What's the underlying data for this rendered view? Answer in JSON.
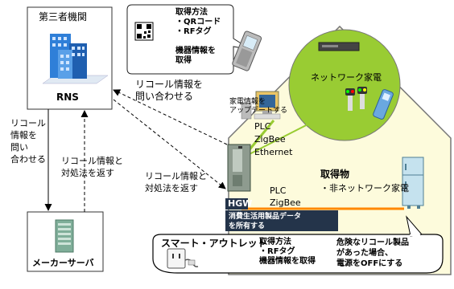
{
  "third_party": {
    "title": "第三者機関",
    "name": "RNS"
  },
  "maker": {
    "label": "メーカーサーバ"
  },
  "qr_bubble": {
    "title": "取得方法",
    "item1": "・QRコード",
    "item2": "・RFタグ",
    "footer_line1": "機器情報を",
    "footer_line2": "取得"
  },
  "query_upper": {
    "line1": "リコール情報を",
    "line2": "問い合わせる"
  },
  "query_left": {
    "line1": "リコール",
    "line2": "情報を",
    "line3": "問い",
    "line4": "合わせる"
  },
  "return_left": {
    "line1": "リコール情報と",
    "line2": "対処法を返す"
  },
  "return_right": {
    "line1": "リコール情報と",
    "line2": "対処法を返す"
  },
  "network_appliance": {
    "label": "ネットワーク家電"
  },
  "appliance_update": {
    "line1": "家電情報を",
    "line2": "アップデートする"
  },
  "upper_protocols": {
    "p1": "PLC",
    "p2": "ZigBee",
    "p3": "Ethernet"
  },
  "lower_protocols": {
    "p1": "PLC",
    "p2": "ZigBee"
  },
  "acquired": {
    "title": "取得物",
    "item": "・非ネットワーク家電"
  },
  "hgw": {
    "label": "HGW",
    "desc_line1": "消費生活用製品データ",
    "desc_line2": "を所有する"
  },
  "smart_outlet": {
    "title": "スマート・アウトレット",
    "method_title": "取得方法",
    "method_item": "・RFタグ",
    "method_footer": "機器情報を取得",
    "danger_line1": "危険なリコール製品",
    "danger_line2": "があった場合、",
    "danger_line3": "電源をOFFにする"
  },
  "colors": {
    "house_fill": "#fdfbdc",
    "circle_fill": "#99cc33",
    "hgw_line": "#ff8800",
    "net_line": "#99cc33",
    "building_blue": "#2f7fd8",
    "server_green": "#7fae99"
  }
}
